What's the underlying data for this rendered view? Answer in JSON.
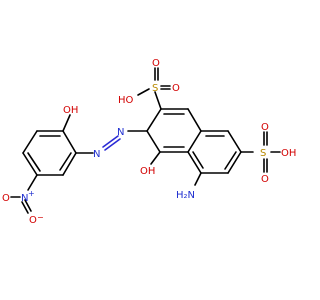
{
  "colors": {
    "bond": "#000000",
    "oxygen": "#d20000",
    "nitrogen": "#1f2fd0",
    "sulfur": "#b88a00",
    "azo_bond": "#2b2bd6"
  },
  "labels": {
    "s1": "S",
    "s1_o_top": "O",
    "s1_o_right": "O",
    "s1_oh": "HO",
    "s2": "S",
    "s2_o_top": "O",
    "s2_o_bottom": "O",
    "s2_oh": "OH",
    "oh_naph": "OH",
    "nh2": "H₂N",
    "nh2_h2": "H",
    "nh2_n": "N",
    "oh_phenyl": "OH",
    "azo_n1": "N",
    "azo_n2": "N",
    "nitro_n": "N",
    "nitro_plus": "+",
    "nitro_o_left": "O",
    "nitro_o_bottom": "O",
    "nitro_minus": "−"
  }
}
